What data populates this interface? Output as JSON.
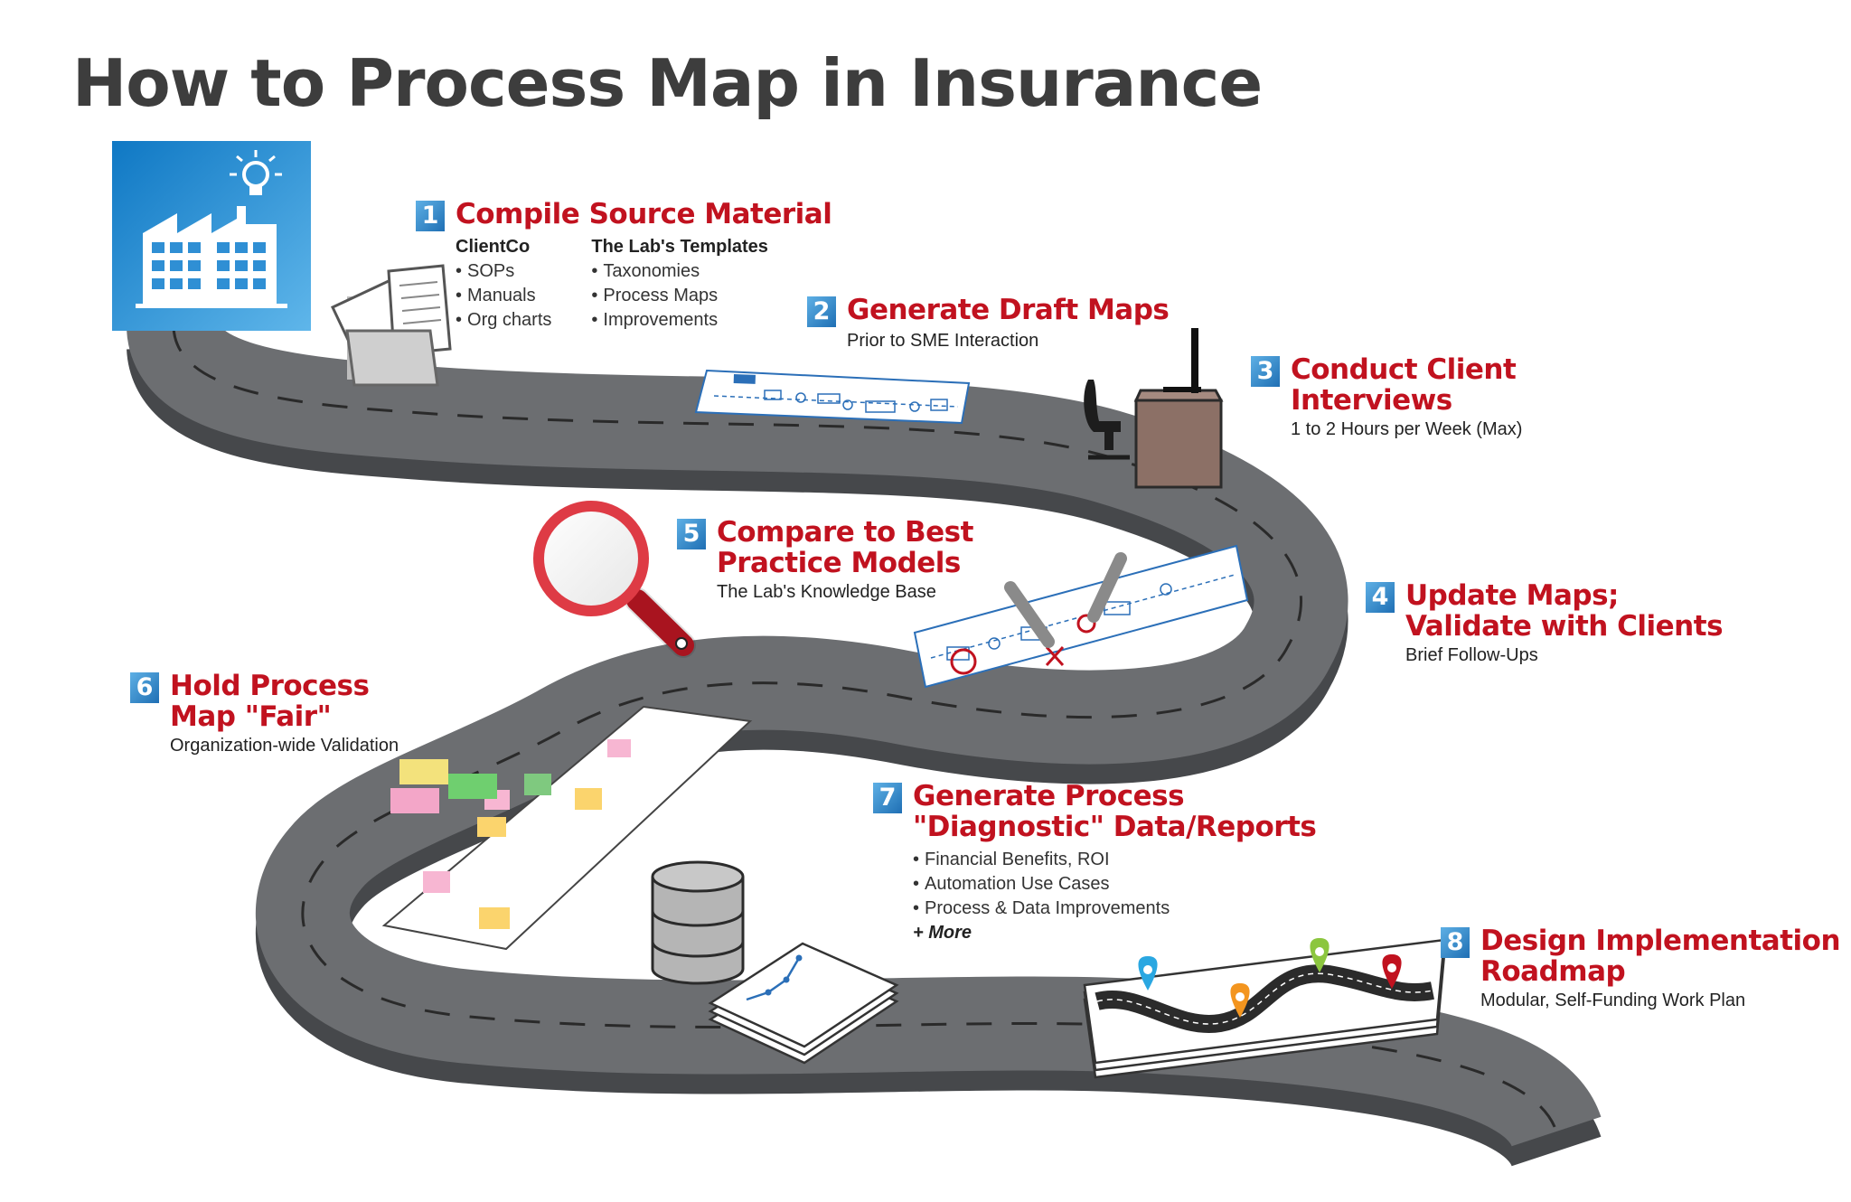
{
  "title": "How to Process Map in Insurance",
  "steps": [
    {
      "number": "1",
      "title": "Compile Source Material",
      "columns": [
        {
          "heading": "ClientCo",
          "items": [
            "SOPs",
            "Manuals",
            "Org charts"
          ]
        },
        {
          "heading": "The Lab's Templates",
          "items": [
            "Taxonomies",
            "Process Maps",
            "Improvements"
          ]
        }
      ]
    },
    {
      "number": "2",
      "title": "Generate Draft Maps",
      "subtitle": "Prior to SME Interaction"
    },
    {
      "number": "3",
      "title": "Conduct Client\nInterviews",
      "subtitle": "1 to 2 Hours per Week (Max)"
    },
    {
      "number": "4",
      "title": "Update Maps;\nValidate with Clients",
      "subtitle": "Brief Follow-Ups"
    },
    {
      "number": "5",
      "title": "Compare to Best\nPractice Models",
      "subtitle": "The Lab's Knowledge Base"
    },
    {
      "number": "6",
      "title": "Hold Process\nMap \"Fair\"",
      "subtitle": "Organization-wide Validation"
    },
    {
      "number": "7",
      "title": "Generate Process\n\"Diagnostic\" Data/Reports",
      "items": [
        "Financial Benefits, ROI",
        "Automation Use Cases",
        "Process & Data Improvements"
      ],
      "more": "+ More"
    },
    {
      "number": "8",
      "title": "Design Implementation\nRoadmap",
      "subtitle": "Modular, Self-Funding Work Plan"
    }
  ],
  "colors": {
    "step_title": "#c1121f",
    "badge_blue": "#1f6fb4",
    "road": "#6c6e71",
    "road_side": "#46484b",
    "headline": "#3d3d3d",
    "factory_tile": "#1e88cf"
  },
  "icons": [
    "factory-lightbulb-icon",
    "documents-folder-icon",
    "draft-map-icon",
    "desk-chair-icon",
    "marked-up-map-icon",
    "magnifier-icon",
    "sticky-note-map-icon",
    "database-icon",
    "report-stack-icon",
    "roadmap-pins-icon"
  ]
}
